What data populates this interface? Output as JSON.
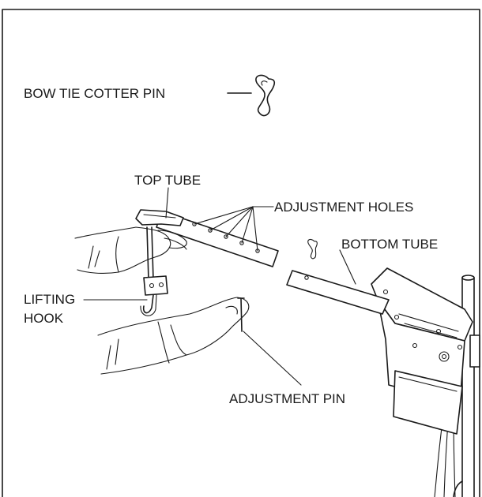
{
  "diagram": {
    "labels": {
      "bow_tie_cotter_pin": "BOW TIE COTTER PIN",
      "top_tube": "TOP TUBE",
      "adjustment_holes": "ADJUSTMENT HOLES",
      "bottom_tube": "BOTTOM  TUBE",
      "lifting_hook_line1": "LIFTING",
      "lifting_hook_line2": "HOOK",
      "adjustment_pin": "ADJUSTMENT PIN"
    },
    "colors": {
      "ink": "#1a1a1a",
      "background": "#ffffff"
    }
  }
}
